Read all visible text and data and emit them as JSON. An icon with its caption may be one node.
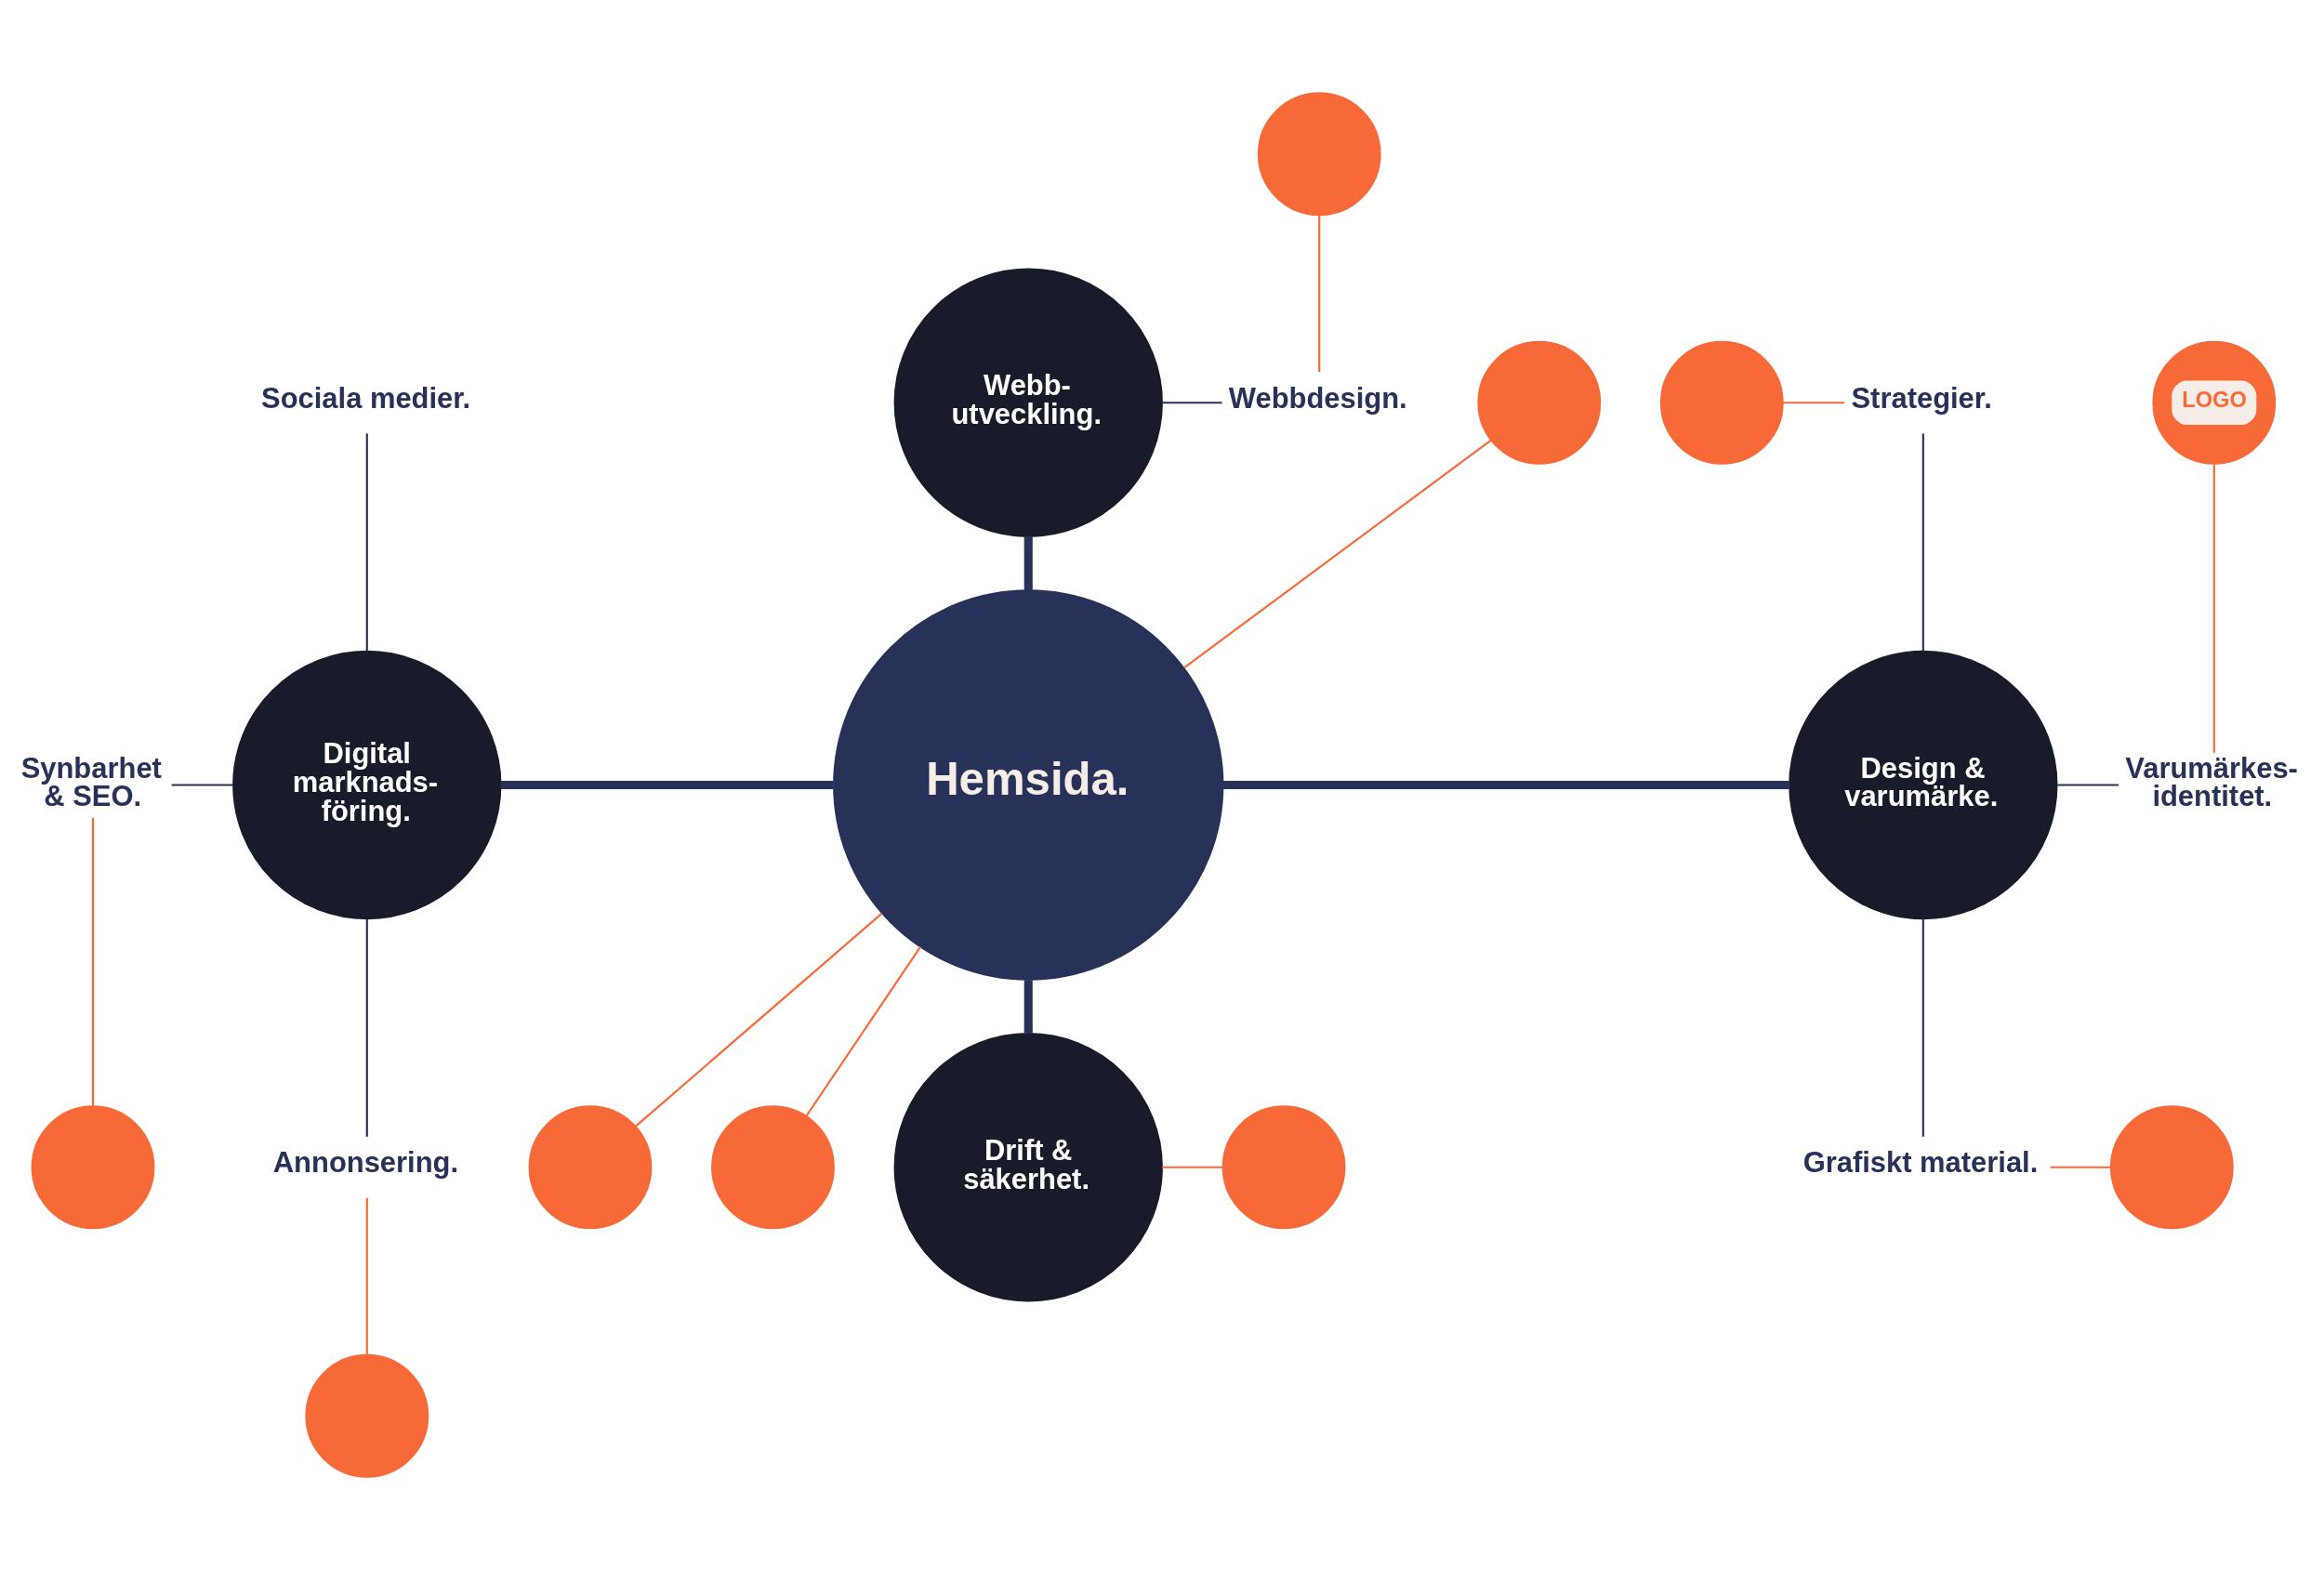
{
  "diagram": {
    "nodes": [
      {
        "text": [
          "Webb- utveckling."
        ]
      },
      {
        "text": [],
        "shape": "circle"
      },
      {
        "text": [
          "Webbdesign."
        ]
      },
      {
        "text": [
          "Sociala medier."
        ]
      },
      {
        "text": [],
        "shape": "circle"
      },
      {
        "text": [],
        "shape": "circle"
      },
      {
        "text": [
          "Strategier."
        ]
      },
      {
        "text": [
          "LOGO"
        ]
      },
      {
        "text": [
          "Hemsida."
        ]
      },
      {
        "text": [
          "Digital marknads- föring."
        ]
      },
      {
        "text": [
          "Design & varumärke."
        ]
      },
      {
        "text": [
          "Synbarhet & SEO."
        ]
      },
      {
        "text": [
          "Varumärkes- identitet."
        ]
      },
      {
        "text": [],
        "shape": "circle"
      },
      {
        "text": [],
        "shape": "circle"
      },
      {
        "text": [],
        "shape": "circle"
      },
      {
        "text": [
          "Annonsering."
        ]
      },
      {
        "text": [
          "Grafiskt material."
        ]
      },
      {
        "text": [],
        "shape": "circle"
      },
      {
        "text": [],
        "shape": "circle"
      },
      {
        "text": [
          "Drift & säkerhet."
        ]
      },
      {
        "text": [],
        "shape": "circle"
      }
    ],
    "edges": [
      {
        "from": 8,
        "to": 0,
        "arrow": "none",
        "style": "thick"
      },
      {
        "from": 8,
        "to": 10,
        "arrow": "none",
        "style": "thick"
      },
      {
        "from": 8,
        "to": 15,
        "arrow": "none",
        "color": "#f76a37"
      },
      {
        "from": 8,
        "to": 20,
        "arrow": "none",
        "style": "thick"
      },
      {
        "from": 8,
        "to": 14,
        "arrow": "none",
        "color": "#f76a37"
      },
      {
        "from": 8,
        "to": 9,
        "arrow": "none",
        "style": "thick"
      },
      {
        "from": 8,
        "to": 4,
        "arrow": "none",
        "color": "#f76a37"
      },
      {
        "from": 0,
        "to": 2,
        "arrow": "none"
      },
      {
        "from": 2,
        "to": 1,
        "arrow": "none",
        "color": "#f76a37"
      },
      {
        "from": 10,
        "to": 6,
        "arrow": "none"
      },
      {
        "from": 6,
        "to": 5,
        "arrow": "none",
        "color": "#f76a37"
      },
      {
        "from": 10,
        "to": 12,
        "arrow": "none"
      },
      {
        "from": 12,
        "to": 7,
        "arrow": "none",
        "color": "#f76a37"
      },
      {
        "from": 10,
        "to": 17,
        "arrow": "none"
      },
      {
        "from": 17,
        "to": 18,
        "arrow": "none",
        "color": "#f76a37"
      },
      {
        "from": 20,
        "to": 21,
        "arrow": "none",
        "color": "#f76a37"
      },
      {
        "from": 9,
        "to": 16,
        "arrow": "none"
      },
      {
        "from": 16,
        "to": 19,
        "arrow": "none",
        "color": "#f76a37"
      },
      {
        "from": 9,
        "to": 11,
        "arrow": "none"
      },
      {
        "from": 11,
        "to": 13,
        "arrow": "none",
        "color": "#f76a37"
      },
      {
        "from": 9,
        "to": 3,
        "arrow": "none"
      }
    ]
  }
}
